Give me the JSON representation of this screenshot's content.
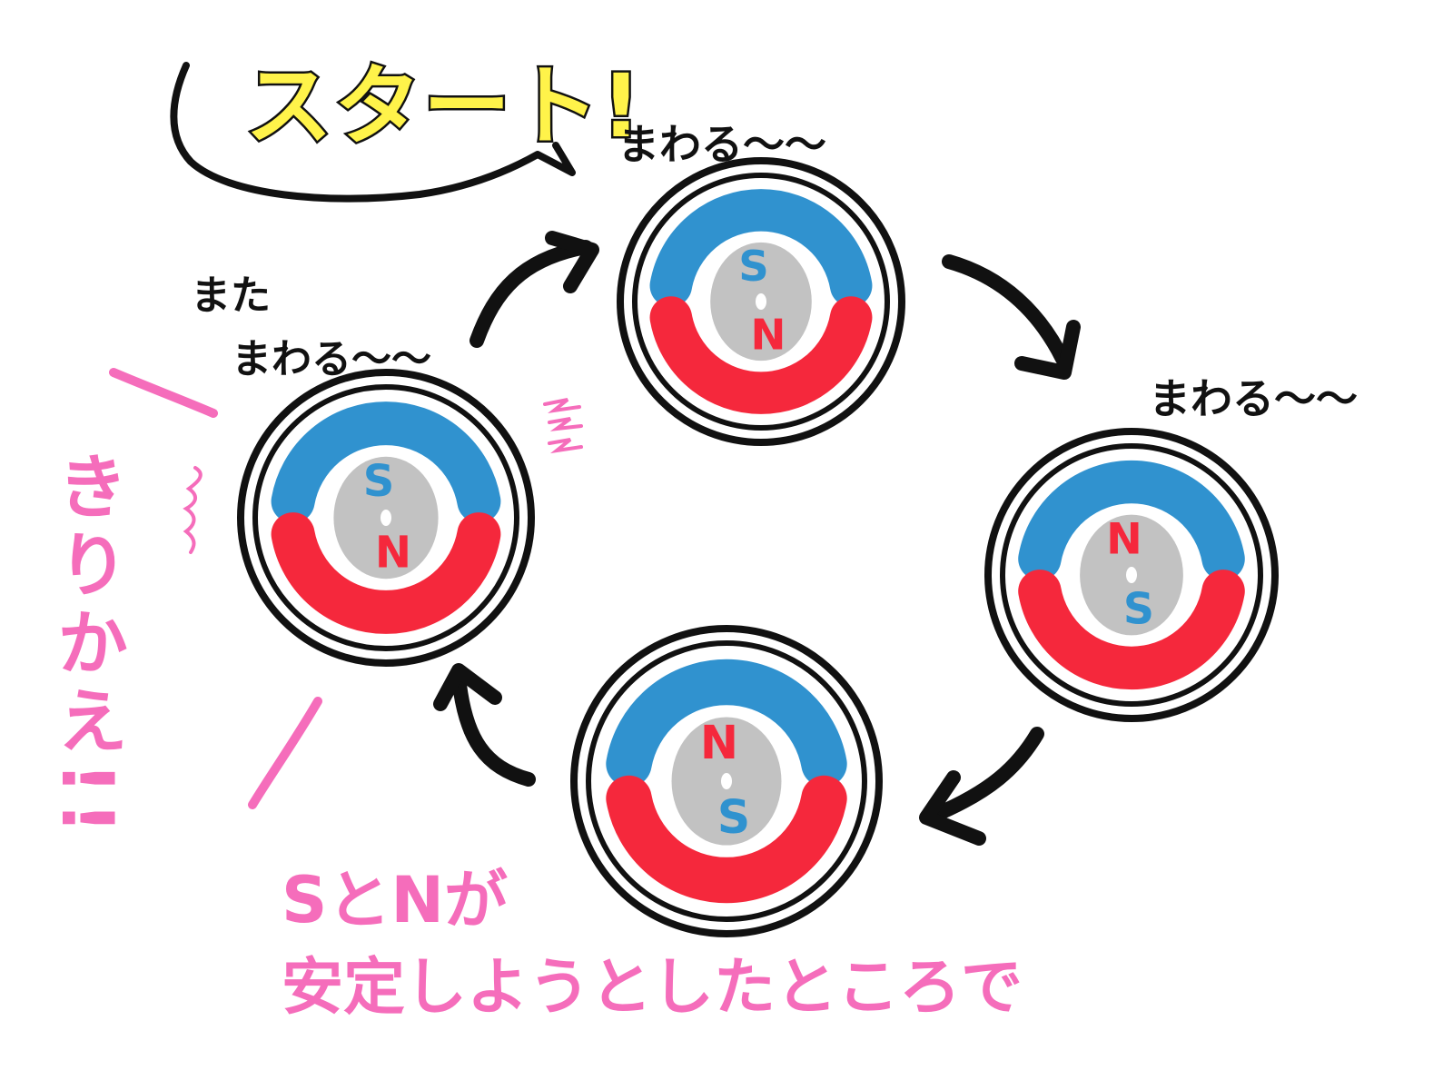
{
  "title": {
    "text": "スタート!"
  },
  "labels": {
    "rotate_1": "まわる〜〜",
    "rotate_2": "まわる〜〜",
    "again_line1": "また",
    "again_line2": "まわる〜〜",
    "switch": "きりかえ!!"
  },
  "caption": {
    "line1": "SとNが",
    "line2": "安定しようとしたところで"
  },
  "motors": [
    {
      "id": "top",
      "rotor_top": "S",
      "rotor_bottom": "N"
    },
    {
      "id": "right",
      "rotor_top": "N",
      "rotor_bottom": "S"
    },
    {
      "id": "bottom",
      "rotor_top": "N",
      "rotor_bottom": "S"
    },
    {
      "id": "left",
      "rotor_top": "S",
      "rotor_bottom": "N"
    }
  ],
  "colors": {
    "s_pole": "#3092cf",
    "n_pole": "#f5283c",
    "rotor": "#c2c2c2",
    "ink": "#111111",
    "highlight": "#fff34a",
    "accent_text": "#f56dbb"
  }
}
